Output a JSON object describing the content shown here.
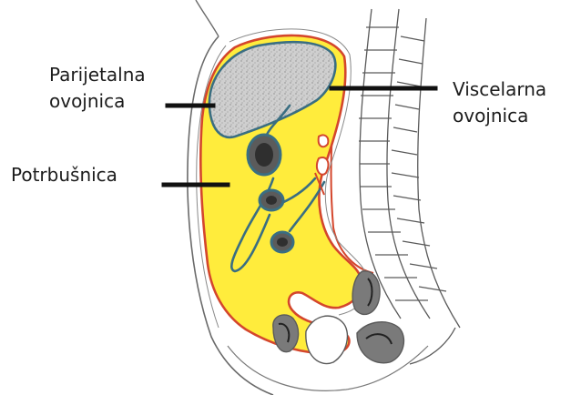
{
  "labels": {
    "parietal": "Parijetalna\novojnica",
    "visceral": "Viscelarna\novojnica",
    "peritoneum": "Potrbušnica"
  },
  "colors": {
    "cavity_fill": "#ffec3c",
    "peritoneum_red": "#d4462c",
    "organ_outline": "#3a6e82",
    "organ_fill": "#c9c9c9",
    "line_art": "#5a5a5a",
    "leader": "#111111"
  }
}
